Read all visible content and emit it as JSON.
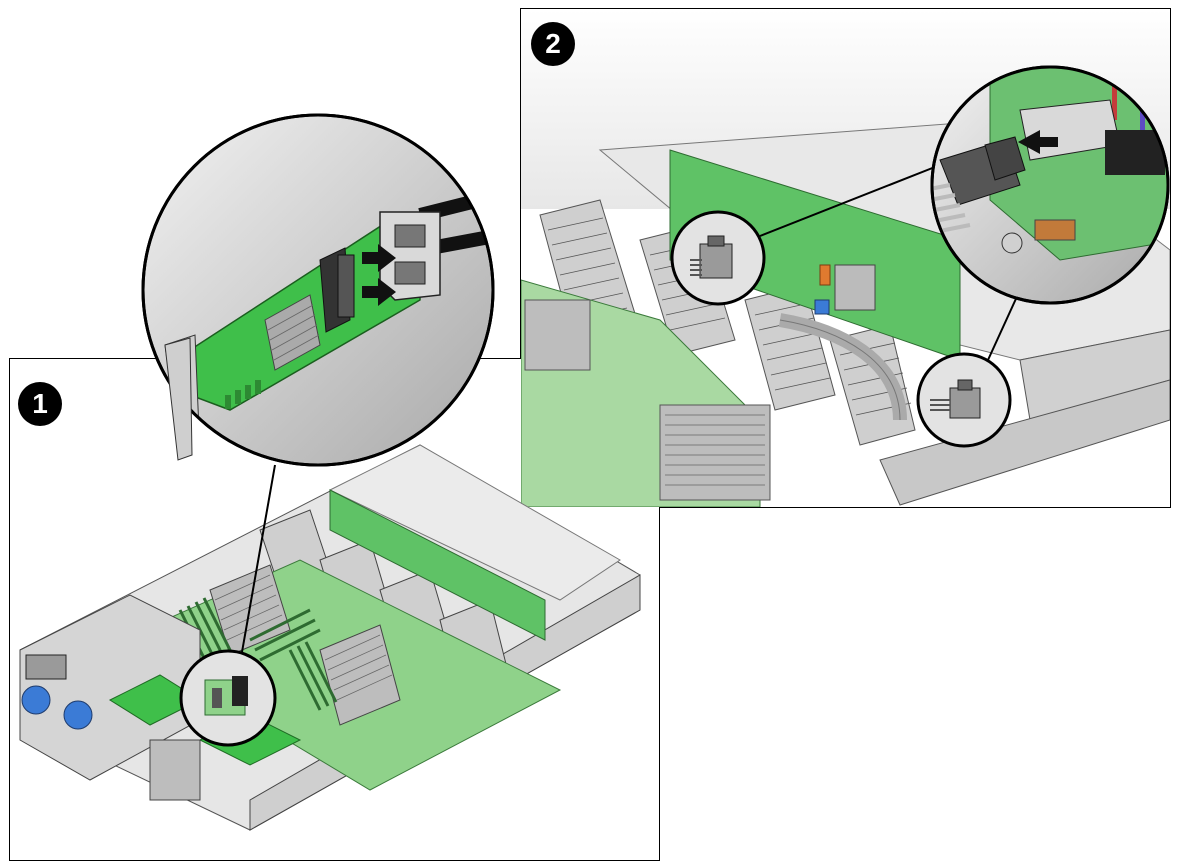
{
  "steps": [
    {
      "number": "1"
    },
    {
      "number": "2"
    }
  ],
  "colors": {
    "pcb_green": "#3fbf4a",
    "pcb_light": "#9fd9a0",
    "metal": "#d9d9d9",
    "metal_dark": "#8c8c8c",
    "outline": "#000000",
    "arrow": "#111111",
    "blue_latch": "#3b7bd6",
    "orange_tab": "#e07a2f"
  },
  "icons": [
    "hba-card-illustration",
    "server-chassis-illustration",
    "cable-connector-illustration",
    "insert-arrow-icon",
    "callout-circle"
  ]
}
